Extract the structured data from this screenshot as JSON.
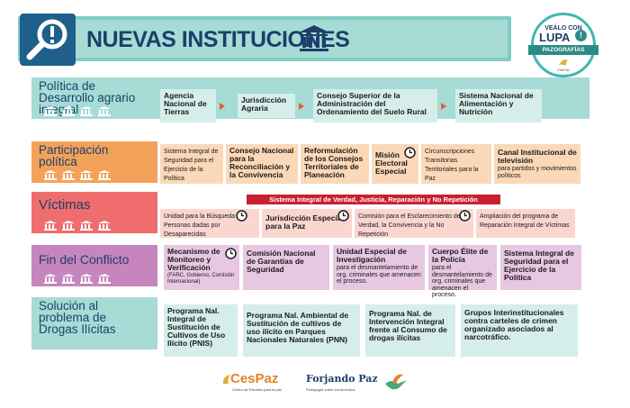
{
  "header": {
    "title": "NUEVAS INSTITUCIONES"
  },
  "badge": {
    "line1": "VEÁLO CON",
    "line2": "LUPA",
    "ribbon": "PAZOGRAFÍAS",
    "logo_text": "CesPaz"
  },
  "rows": [
    {
      "category": "Política de Desarrollo agrario integral",
      "cards": [
        {
          "text": "Agencia Nacional de Tierras"
        },
        {
          "text": "Jurisdicción Agraria"
        },
        {
          "text": "Consejo Superior de la Administración del Ordenamiento del Suelo Rural"
        },
        {
          "text": "Sistema Nacional de Alimentación y Nutrición"
        }
      ]
    },
    {
      "category": "Participación política",
      "cards": [
        {
          "text": "Sistema Integral de Seguridad para el Ejercicio de la Política"
        },
        {
          "text": "Consejo Nacional para la Reconciliación y la Convivencia"
        },
        {
          "text": "Reformulación de los Consejos Territoriales de Planeación"
        },
        {
          "text": "Misión Electoral Especial"
        },
        {
          "text": "Circunscripciones Transitorias Territoriales para la Paz"
        },
        {
          "text": "Canal Institucional de televisión",
          "sub": "para partidos y movimientos políticos"
        }
      ]
    },
    {
      "category": "Víctimas",
      "band": "Sistema Integral de Verdad, Justicia, Reparación y No Repetición",
      "cards": [
        {
          "text": "Unidad para la Búsqueda de Personas dadas por Desaparecidas"
        },
        {
          "text": "Jurisdicción Especial para la Paz"
        },
        {
          "text": "Comisión para el Esclarecimiento de la Verdad, la Convivencia y la No Repetición"
        },
        {
          "text": "Ampliación del programa de Reparación Integral de Víctimas"
        }
      ]
    },
    {
      "category": "Fin del Conflicto",
      "cards": [
        {
          "text": "Mecanismo de Monitoreo y Verificación",
          "sub": "(FARC, Gobierno, Comisión Internacional)"
        },
        {
          "text": "Comisión Nacional de Garantías de Seguridad"
        },
        {
          "text": "Unidad Especial de Investigación",
          "sub": "para el desmantelamiento de org. criminales que amenacen el proceso."
        },
        {
          "text": "Cuerpo Élite de la Policía",
          "sub": "para el desmantelamiento de org. criminales que amenacen el proceso."
        },
        {
          "text": "Sistema Integral de Seguridad para el Ejercicio de la Política"
        }
      ]
    },
    {
      "category": "Solución al problema de Drogas Ilícitas",
      "cards": [
        {
          "text": "Programa Nal. Integral de Sustitución de Cultivos de Uso Ilícito (PNIS)"
        },
        {
          "text": "Programa Nal. Ambiental de Sustitución de cultivos de uso ilícito en Parques Nacionales Naturales (PNN)"
        },
        {
          "text": "Programa Nal. de Intervención Integral frente al Consumo de drogas ilícitas"
        },
        {
          "text": "Grupos Interinstitucionales contra carteles de crimen organizado asociados al narcotráfico."
        }
      ]
    }
  ],
  "footer": {
    "logo1": "CesPaz",
    "logo1_sub": "Centro de Estudios para la paz",
    "logo2": "Forjando Paz",
    "logo2_sub": "Pedagogía sobre los Acuerdos"
  },
  "colors": {
    "row1": "#a6dcd5",
    "row2": "#f3a25a",
    "row3": "#ef6d6d",
    "row4": "#c785be",
    "row5": "#a6dcd5",
    "card1": "#d5eeea",
    "card2": "#fbd9b8",
    "card3": "#fbd6d0",
    "card4": "#e7c7e2",
    "card5": "#d5eeea"
  }
}
